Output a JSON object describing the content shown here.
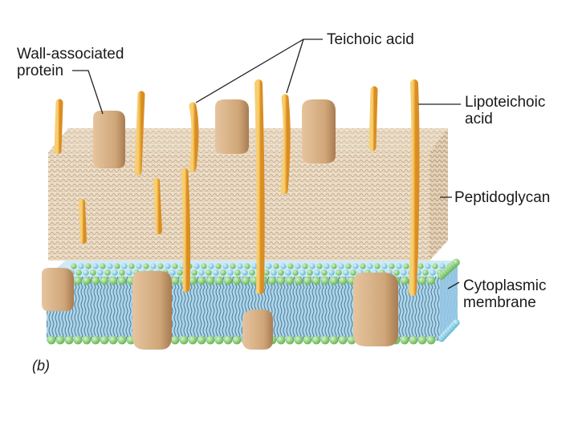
{
  "panel_label": "(b)",
  "labels": {
    "wall_associated_protein": {
      "line1": "Wall-associated",
      "line2": "protein"
    },
    "teichoic_acid": "Teichoic acid",
    "lipoteichoic_acid": {
      "line1": "Lipoteichoic",
      "line2": "acid"
    },
    "peptidoglycan": "Peptidoglycan",
    "cytoplasmic_membrane": {
      "line1": "Cytoplasmic",
      "line2": "membrane"
    }
  },
  "colors": {
    "peptidoglycan_fill": "#eadcc7",
    "peptidoglycan_mesh": "#c7a985",
    "membrane_fill": "#a9d6ef",
    "membrane_top": "#cfe9f7",
    "lipid_head_green": "#8ed07d",
    "lipid_head_blue": "#8fd0e6",
    "teichoic_acid": "#f0b545",
    "protein": "#d3aa80",
    "leader_line": "#222222"
  }
}
